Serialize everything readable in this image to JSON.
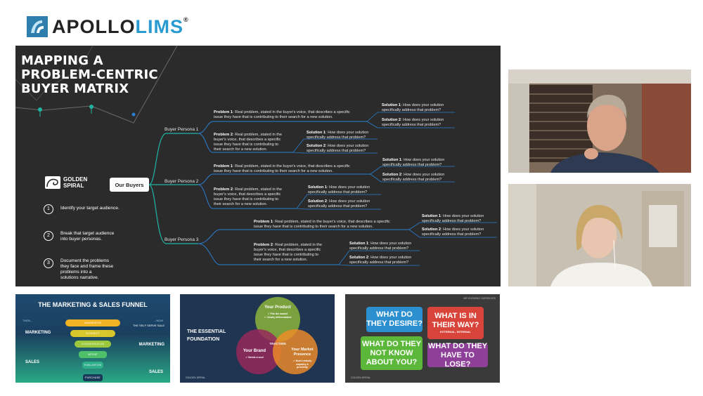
{
  "brand": {
    "name_a": "APOLLO",
    "name_b": "LIMS",
    "reg": "®",
    "accent": "#2a9bd0"
  },
  "slide": {
    "title": "MAPPING A\nPROBLEM-CENTRIC\nBUYER MATRIX",
    "golden_spiral": "GOLDEN\nSPIRAL",
    "steps": [
      {
        "num": "1",
        "text": "Identify your target audience."
      },
      {
        "num": "2",
        "text": "Break that target audience\ninto buyer personas."
      },
      {
        "num": "3",
        "text": "Document the problems\nthey face and frame these\nproblems into a\nsolutions narrative."
      }
    ],
    "center": "Our Buyers",
    "personas": [
      "Buyer Persona 1",
      "Buyer Persona 2",
      "Buyer Persona 3"
    ],
    "problem1_label": "Problem 1",
    "problem1_text": ": Real problem, stated in the buyer's voice, that describes a specific\nissue they have that is contributing to their search for a new solution.",
    "problem2_label": "Problem 2",
    "problem2_text": ": Real problem, stated in the\nbuyer's voice, that describes a specific\nissue they have that is contributing to\ntheir search for a new solution.",
    "solution1_label": "Solution 1",
    "solution2_label": "Solution 2",
    "solution_text": ": How does your solution\nspecifically address that problem?"
  },
  "thumbnails": {
    "funnel": {
      "title": "THE MARKETING & SALES FUNNEL",
      "then": "THEN...",
      "now": "...NOW",
      "self_serve": "THE SELF SERVE SALE",
      "left_marketing": "MARKETING",
      "left_sales": "SALES",
      "right_marketing": "MARKETING",
      "right_sales": "SALES",
      "stages": [
        "AWARENESS",
        "INTEREST",
        "CONSIDERATION",
        "INTENT",
        "EVALUATION",
        "PURCHASE"
      ]
    },
    "foundation": {
      "title": "THE ESSENTIAL\nFOUNDATION",
      "product": "Your Product",
      "product_points": "✓ Fits the market\n✓ Clearly differentiated",
      "brand": "Your Brand",
      "brand_points": "✓ Needs a soul",
      "market": "Your Market\nPresence",
      "market_points": "✓ Must embody\nempathy &\nproximity",
      "center": "TRACTION",
      "footer": "GOLDEN SPIRAL"
    },
    "questions": {
      "header": "WE KNOWING OURSELVES",
      "q1": "WHAT DO\nTHEY DESIRE?",
      "q2": "WHAT IS IN\nTHEIR WAY?",
      "q2_sub": "EXTERNAL, INTERNAL",
      "q3": "WHAT DO THEY\nNOT KNOW\nABOUT YOU?",
      "q4": "WHAT DO THEY\nHAVE TO LOSE?",
      "footer": "GOLDEN SPIRAL"
    }
  }
}
